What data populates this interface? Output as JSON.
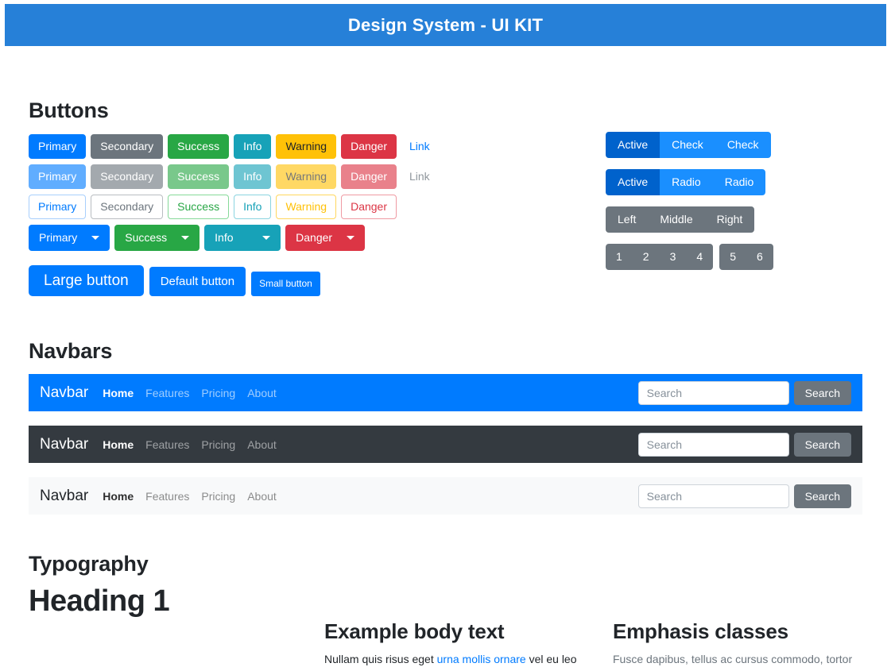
{
  "header": {
    "title": "Design System - UI KIT",
    "background": "#2680d8"
  },
  "buttons": {
    "section_title": "Buttons",
    "solid_row": [
      {
        "label": "Primary",
        "variant": "primary",
        "color": "#007bff"
      },
      {
        "label": "Secondary",
        "variant": "secondary",
        "color": "#6c757d"
      },
      {
        "label": "Success",
        "variant": "success",
        "color": "#28a745"
      },
      {
        "label": "Info",
        "variant": "info",
        "color": "#17a2b8"
      },
      {
        "label": "Warning",
        "variant": "warning",
        "color": "#ffc107"
      },
      {
        "label": "Danger",
        "variant": "danger",
        "color": "#dc3545"
      },
      {
        "label": "Link",
        "variant": "link",
        "color": "#007bff"
      }
    ],
    "disabled_row": [
      {
        "label": "Primary"
      },
      {
        "label": "Secondary"
      },
      {
        "label": "Success"
      },
      {
        "label": "Info"
      },
      {
        "label": "Warning"
      },
      {
        "label": "Danger"
      },
      {
        "label": "Link"
      }
    ],
    "outline_row": [
      {
        "label": "Primary"
      },
      {
        "label": "Secondary"
      },
      {
        "label": "Success"
      },
      {
        "label": "Info"
      },
      {
        "label": "Warning"
      },
      {
        "label": "Danger"
      }
    ],
    "dropdown_row": [
      {
        "label": "Primary"
      },
      {
        "label": "Success"
      },
      {
        "label": "Info"
      },
      {
        "label": "Danger"
      }
    ],
    "size_row": [
      {
        "label": "Large button"
      },
      {
        "label": "Default button"
      },
      {
        "label": "Small button"
      }
    ]
  },
  "button_groups": {
    "checks": [
      {
        "label": "Active"
      },
      {
        "label": "Check"
      },
      {
        "label": "Check"
      }
    ],
    "radios": [
      {
        "label": "Active"
      },
      {
        "label": "Radio"
      },
      {
        "label": "Radio"
      }
    ],
    "toolbar": [
      {
        "label": "Left"
      },
      {
        "label": "Middle"
      },
      {
        "label": "Right"
      }
    ],
    "numbers_a": [
      {
        "label": "1"
      },
      {
        "label": "2"
      },
      {
        "label": "3"
      },
      {
        "label": "4"
      }
    ],
    "numbers_b": [
      {
        "label": "5"
      },
      {
        "label": "6"
      }
    ]
  },
  "navbars": {
    "section_title": "Navbars",
    "items": [
      {
        "brand": "Navbar",
        "theme": "blue",
        "background": "#007bff",
        "links": [
          {
            "label": "Home",
            "active": true
          },
          {
            "label": "Features",
            "active": false
          },
          {
            "label": "Pricing",
            "active": false
          },
          {
            "label": "About",
            "active": false
          }
        ],
        "search_placeholder": "Search",
        "search_value": "",
        "search_button": "Search"
      },
      {
        "brand": "Navbar",
        "theme": "dark",
        "background": "#343a40",
        "links": [
          {
            "label": "Home",
            "active": true
          },
          {
            "label": "Features",
            "active": false
          },
          {
            "label": "Pricing",
            "active": false
          },
          {
            "label": "About",
            "active": false
          }
        ],
        "search_placeholder": "Search",
        "search_value": "",
        "search_button": "Search"
      },
      {
        "brand": "Navbar",
        "theme": "light",
        "background": "#f8f9fa",
        "links": [
          {
            "label": "Home",
            "active": true
          },
          {
            "label": "Features",
            "active": false
          },
          {
            "label": "Pricing",
            "active": false
          },
          {
            "label": "About",
            "active": false
          }
        ],
        "search_placeholder": "Search",
        "search_value": "",
        "search_button": "Search"
      }
    ]
  },
  "typography": {
    "section_title": "Typography",
    "heading1": "Heading 1",
    "body_column": {
      "title": "Example body text",
      "text_before": "Nullam quis risus eget ",
      "link_text": "urna mollis ornare",
      "text_after": " vel eu leo"
    },
    "emphasis_column": {
      "title": "Emphasis classes",
      "text": "Fusce dapibus, tellus ac cursus commodo, tortor"
    }
  }
}
